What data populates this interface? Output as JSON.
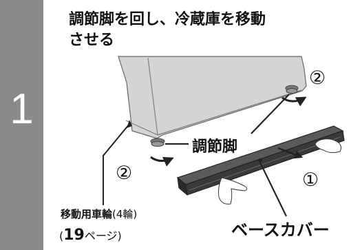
{
  "step": {
    "number": "1"
  },
  "heading": {
    "line1": "調節脚を回し、冷蔵庫を移動",
    "line2": "させる"
  },
  "labels": {
    "adjuster": "調節脚",
    "base_cover": "ベースカバー",
    "caster": "移動用車輪",
    "caster_count": "(4輪)",
    "ref_open": "(",
    "ref_page": "19",
    "ref_suffix": "ページ)"
  },
  "markers": {
    "turn": "②",
    "remove": "①"
  },
  "colors": {
    "step_bar": "#8a8a8a",
    "fridge_body": "#d6d6d6",
    "base_cover": "#3f3f3f"
  }
}
